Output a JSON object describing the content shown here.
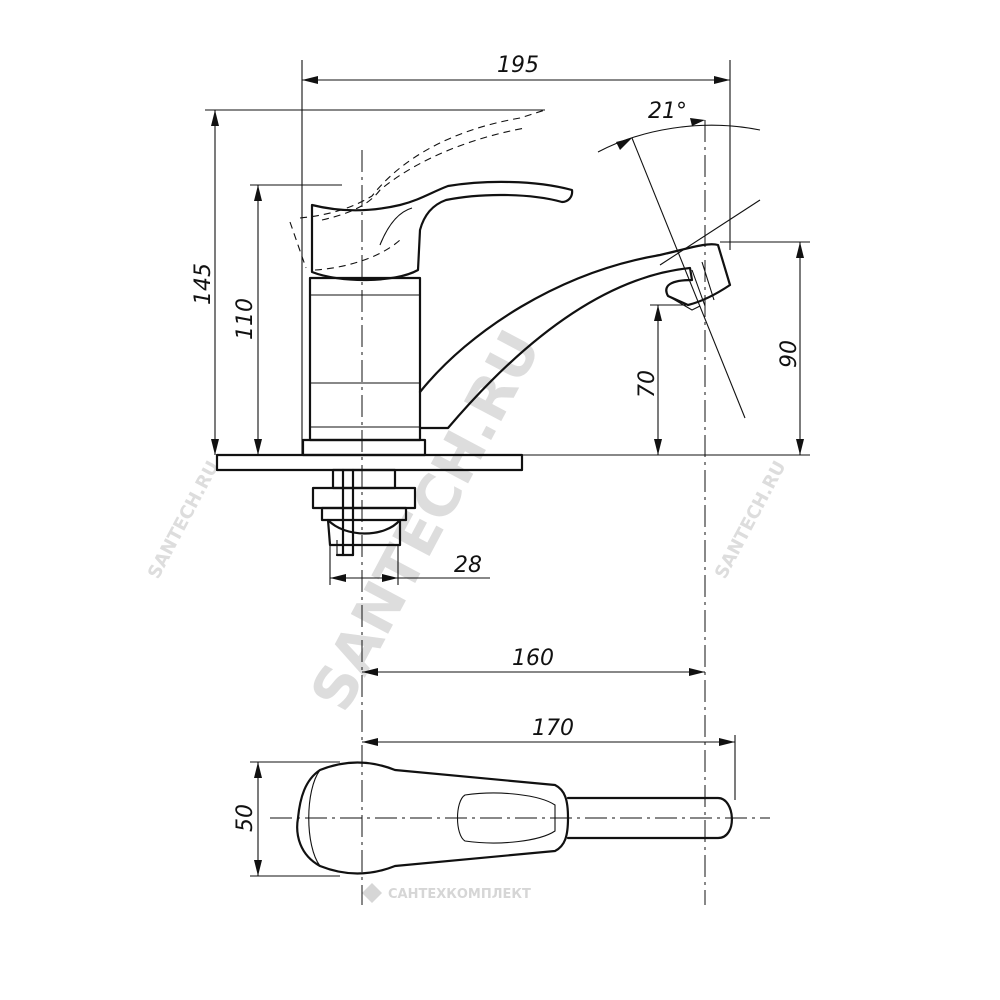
{
  "dimensions": {
    "total_length": "195",
    "angle": "21°",
    "overall_height": "145",
    "body_height": "110",
    "spout_height": "90",
    "spout_outlet_height": "70",
    "shank_diameter": "28",
    "spout_reach": "160",
    "plan_length": "170",
    "plan_width": "50"
  },
  "watermarks": {
    "main": "SANTECH.RU",
    "left": "SANTECH.RU",
    "right": "SANTECH.RU",
    "brand": "САНТЕХКОМПЛЕКТ"
  },
  "colors": {
    "line": "#111111",
    "watermark": "#dddddd"
  }
}
